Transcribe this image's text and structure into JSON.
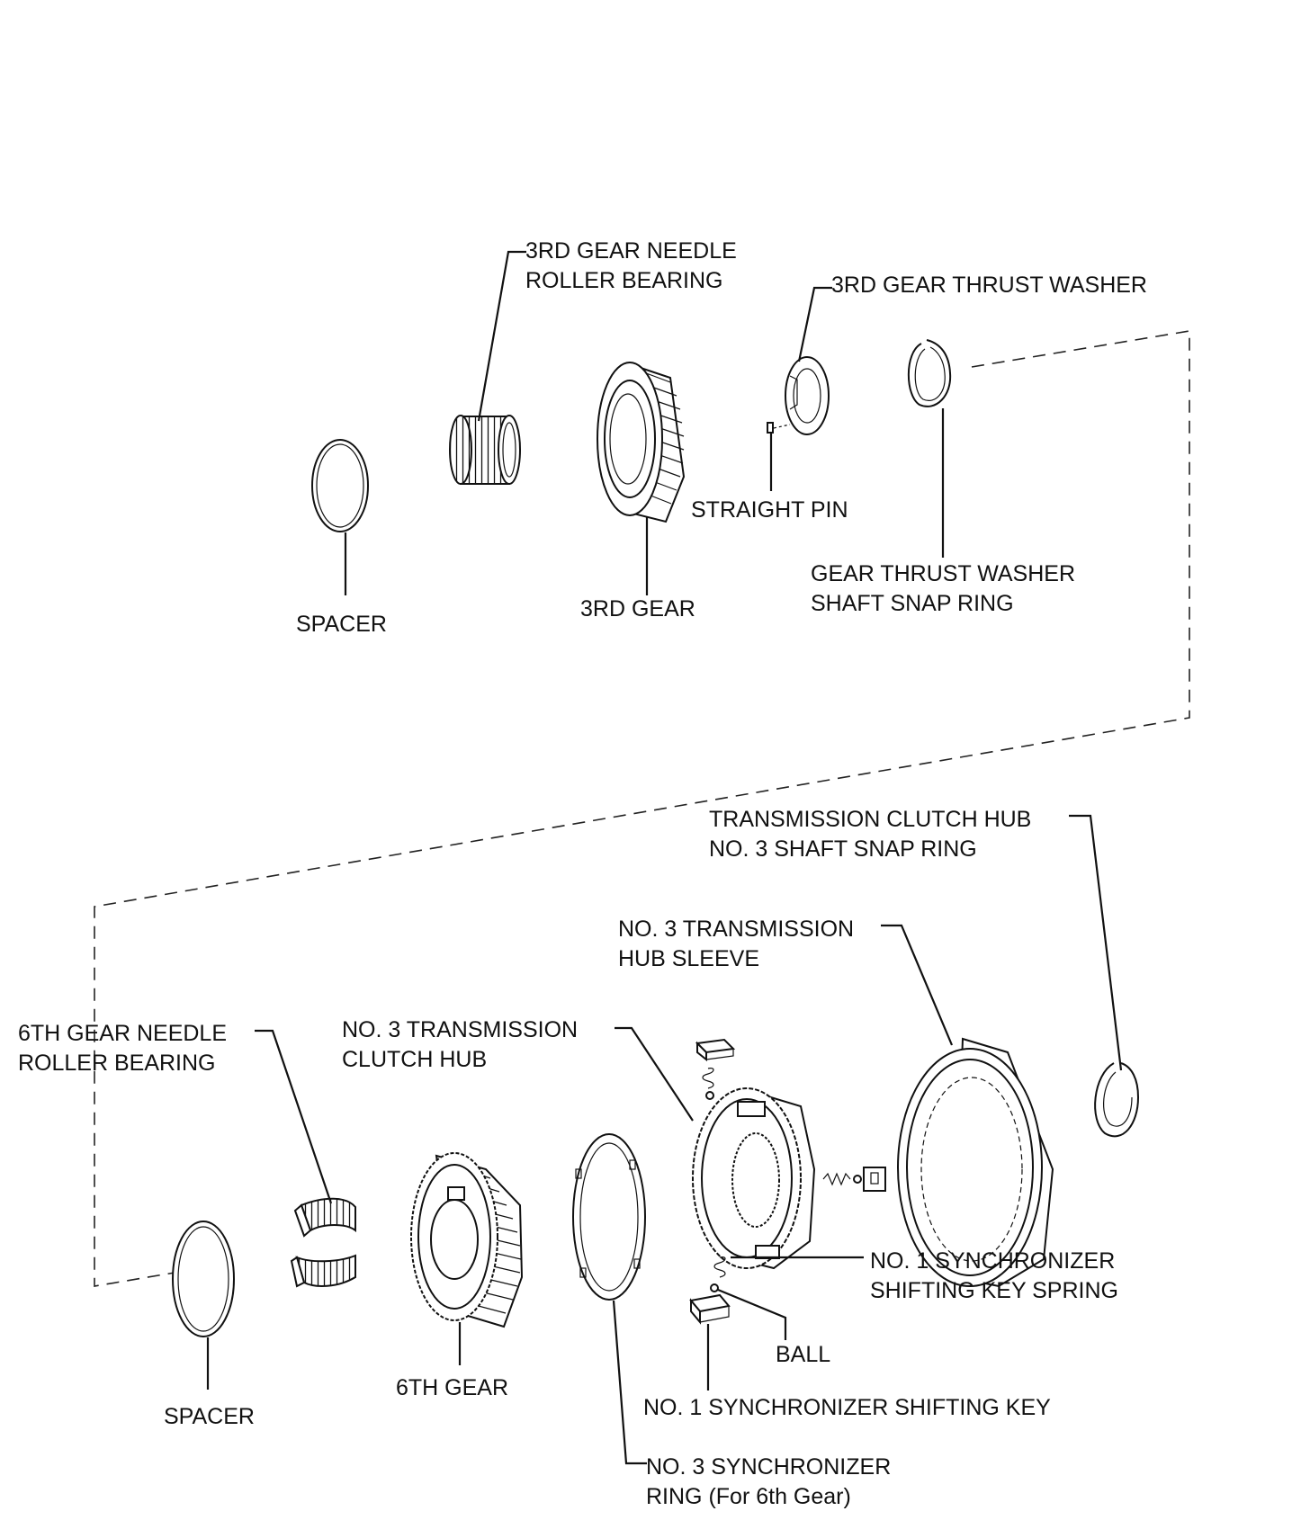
{
  "labels": {
    "third_gear_needle_roller_bearing": [
      "3RD GEAR NEEDLE",
      "ROLLER BEARING"
    ],
    "third_gear_thrust_washer": [
      "3RD GEAR THRUST WASHER"
    ],
    "straight_pin": [
      "STRAIGHT PIN"
    ],
    "gear_thrust_washer_shaft_snap_ring": [
      "GEAR THRUST WASHER",
      "SHAFT SNAP RING"
    ],
    "spacer_upper": [
      "SPACER"
    ],
    "third_gear": [
      "3RD GEAR"
    ],
    "transmission_clutch_hub_no3_shaft_snap_ring": [
      "TRANSMISSION CLUTCH HUB",
      "NO. 3 SHAFT SNAP RING"
    ],
    "no3_transmission_hub_sleeve": [
      "NO. 3 TRANSMISSION",
      "HUB SLEEVE"
    ],
    "sixth_gear_needle_roller_bearing": [
      "6TH GEAR NEEDLE",
      "ROLLER BEARING"
    ],
    "no3_transmission_clutch_hub": [
      "NO. 3 TRANSMISSION",
      "CLUTCH HUB"
    ],
    "no1_synchronizer_shifting_key_spring": [
      "NO. 1 SYNCHRONIZER",
      "SHIFTING KEY SPRING"
    ],
    "ball": [
      "BALL"
    ],
    "no1_synchronizer_shifting_key": [
      "NO. 1 SYNCHRONIZER SHIFTING KEY"
    ],
    "spacer_lower": [
      "SPACER"
    ],
    "sixth_gear": [
      "6TH GEAR"
    ],
    "no3_synchronizer_ring": [
      "NO. 3 SYNCHRONIZER",
      "RING (For 6th Gear)"
    ]
  }
}
